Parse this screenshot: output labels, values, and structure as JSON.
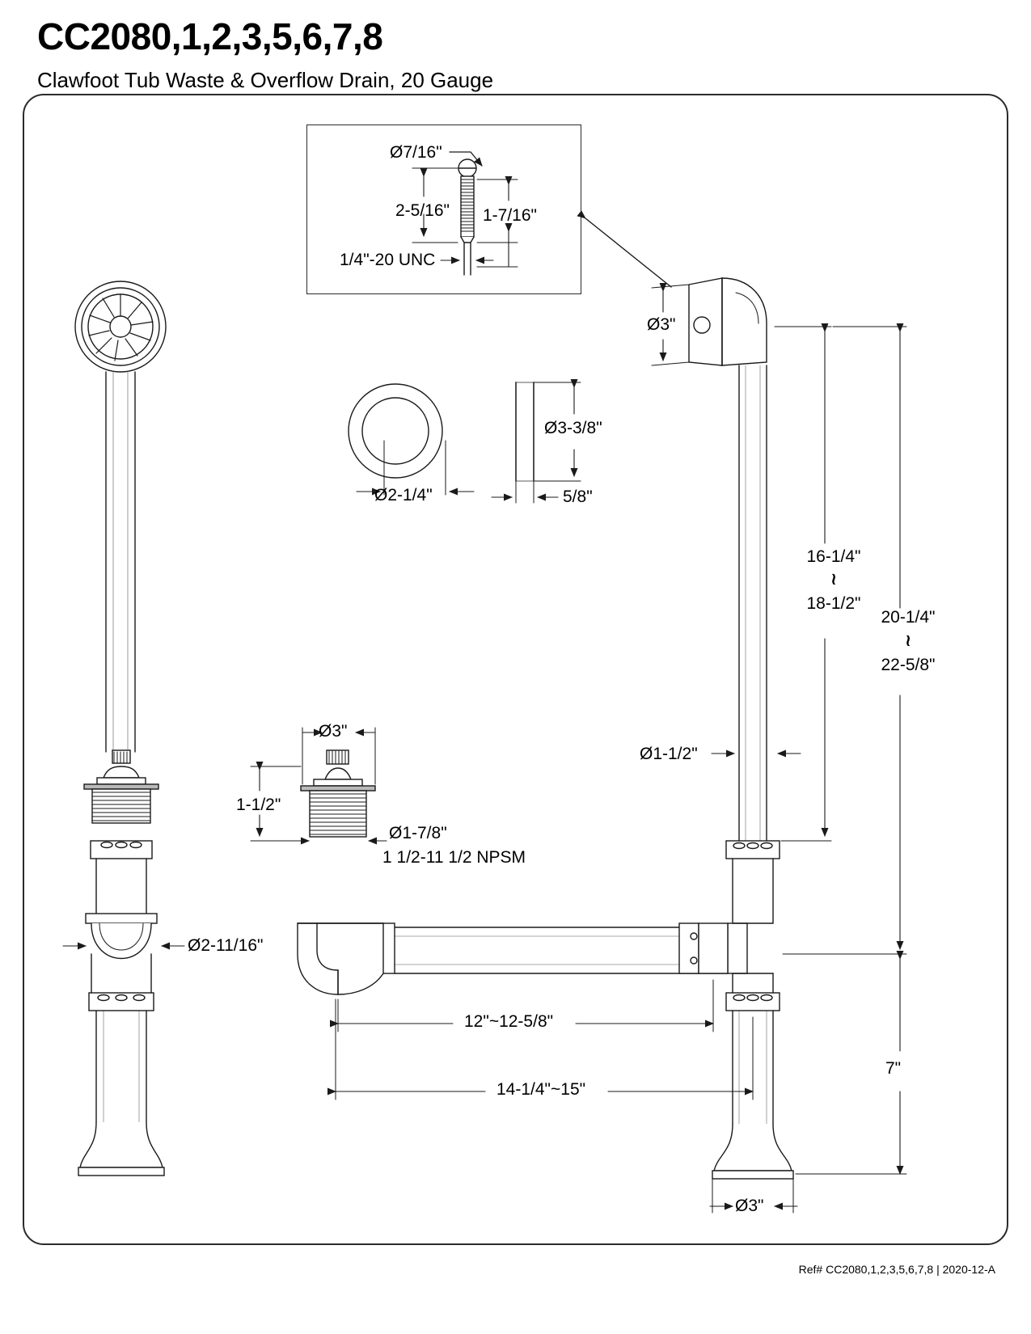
{
  "document": {
    "title": "CC2080,1,2,3,5,6,7,8",
    "subtitle": "Clawfoot Tub Waste & Overflow Drain, 20 Gauge",
    "footer_reference": "Ref# CC2080,1,2,3,5,6,7,8 | 2020-12-A"
  },
  "callout_detail": {
    "name": "overflow-screw-detail",
    "head_diameter": "Ø7/16\"",
    "overall_length": "2-5/16\"",
    "thread_length": "1-7/16\"",
    "thread_spec": "1/4\"-20 UNC"
  },
  "dimensions": {
    "overflow_face_diameter": "Ø3\"",
    "washer_outer_diameter": "Ø2-1/4\"",
    "flange_diameter": "Ø3-3/8\"",
    "flange_thickness": "5/8\"",
    "overflow_tube_range_top": "16-1/4\"",
    "overflow_tube_range_sep": "≀",
    "overflow_tube_range_bottom": "18-1/2\"",
    "total_height_range_top": "20-1/4\"",
    "total_height_range_sep": "≀",
    "total_height_range_bottom": "22-5/8\"",
    "tube_diameter": "Ø1-1/2\"",
    "strainer_flange_diameter": "Ø3\"",
    "strainer_height": "1-1/2\"",
    "strainer_thread_diameter": "Ø1-7/8\"",
    "strainer_thread_spec": "1 1/2-11 1/2 NPSM",
    "trap_bend_diameter": "Ø2-11/16\"",
    "waste_arm_length": "12\"~12-5/8\"",
    "overall_waste_length": "14-1/4\"~15\"",
    "riser_base_height": "7\"",
    "base_flange_diameter": "Ø3\""
  },
  "parts": {
    "overflow_face_plate": "overflow-face-plate",
    "overflow_elbow": "overflow-elbow",
    "gasket_washer": "gasket-washer",
    "flange_ring": "flange-ring",
    "tub_strainer": "tub-strainer",
    "p_trap_bend": "p-trap-bend",
    "waste_arm": "waste-arm",
    "tee_fitting": "tee-fitting",
    "decorative_base_flange": "decorative-base-flange",
    "left_assembly": "left-full-assembly",
    "right_assembly": "right-full-assembly"
  },
  "style": {
    "line_color": "#1a1a1a",
    "fill_color": "#ffffff",
    "shade_color": "#8a8a8a",
    "background": "#ffffff"
  }
}
